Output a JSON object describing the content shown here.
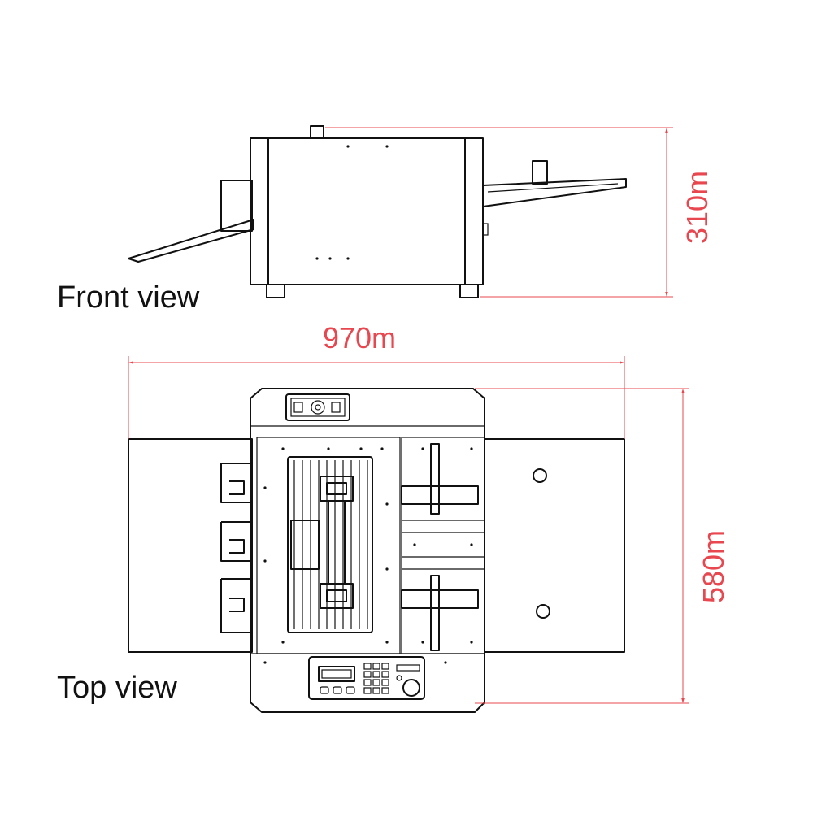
{
  "labels": {
    "front_view": "Front view",
    "top_view": "Top view"
  },
  "dimensions": {
    "height": "310m",
    "width": "970m",
    "depth": "580m"
  },
  "colors": {
    "dimension": "#e8474f",
    "line": "#111111"
  }
}
